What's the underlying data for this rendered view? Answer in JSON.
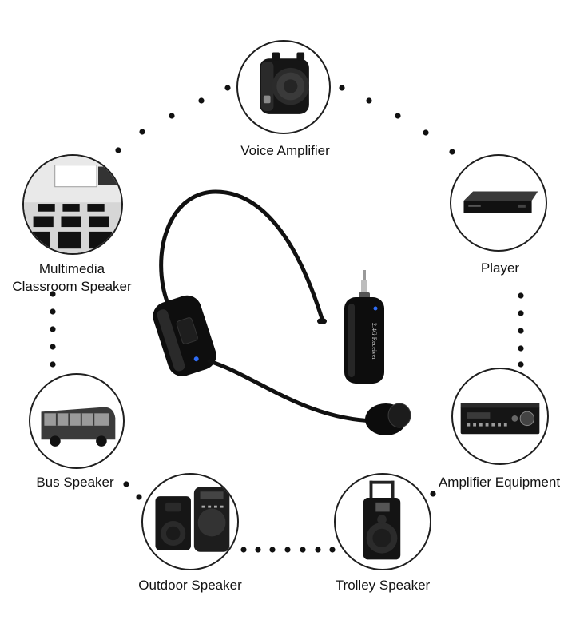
{
  "nodes": [
    {
      "id": "voice-amplifier",
      "label": "Voice Amplifier",
      "icon": "voice-amplifier-icon"
    },
    {
      "id": "player",
      "label": "Player",
      "icon": "player-icon"
    },
    {
      "id": "amplifier-equipment",
      "label": "Amplifier Equipment",
      "icon": "amplifier-equipment-icon"
    },
    {
      "id": "trolley-speaker",
      "label": "Trolley Speaker",
      "icon": "trolley-speaker-icon"
    },
    {
      "id": "outdoor-speaker",
      "label": "Outdoor Speaker",
      "icon": "outdoor-speaker-icon"
    },
    {
      "id": "bus-speaker",
      "label": "Bus Speaker",
      "icon": "bus-icon"
    },
    {
      "id": "multimedia-classroom",
      "label_line1": "Multimedia",
      "label_line2": "Classroom Speaker",
      "icon": "classroom-icon"
    }
  ],
  "product": {
    "headset": "headset-microphone-icon",
    "receiver_text": "2.4G Receiver",
    "receiver": "receiver-icon"
  },
  "colors": {
    "dot": "#111111",
    "stroke": "#1f1f1f",
    "device": "#0d0d0d",
    "led": "#2f6df6"
  }
}
